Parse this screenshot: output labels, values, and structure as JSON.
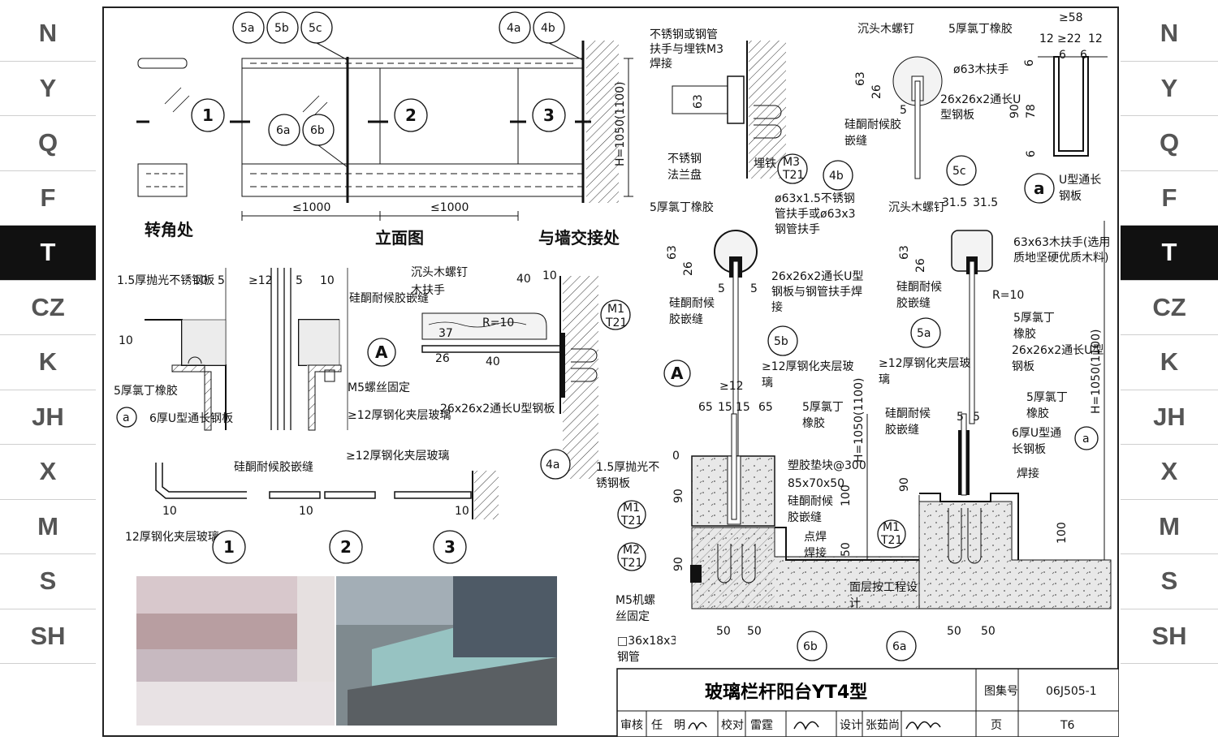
{
  "side_index": [
    "N",
    "Y",
    "Q",
    "F",
    "T",
    "CZ",
    "K",
    "JH",
    "X",
    "M",
    "S",
    "SH"
  ],
  "active_index": "T",
  "title_block": {
    "drawing_title": "玻璃栏杆阳台YT4型",
    "atlas_label": "图集号",
    "atlas_no": "06J505-1",
    "review_label": "审核",
    "reviewer": "任　明",
    "check_label": "校对",
    "checker": "雷霆",
    "design_label": "设计",
    "designer": "张茹尚",
    "page_label": "页",
    "page_no": "T6"
  },
  "elevation": {
    "corner_label": "转角处",
    "elev_label": "立面图",
    "wall_label": "与墙交接处",
    "span1": "≤1000",
    "span2": "≤1000",
    "height": "H=1050(1100)",
    "panel_refs": [
      "1",
      "2",
      "3"
    ],
    "detail_refs_top": [
      "5a",
      "5b",
      "5c",
      "4a",
      "4b"
    ],
    "detail_refs_bottom": [
      "6a",
      "6b"
    ]
  },
  "detail_A": {
    "plate": "1.5厚抛光不锈钢板",
    "dims": [
      "10",
      "5",
      "≥12",
      "5",
      "10",
      "10"
    ],
    "sealant": "硅酮耐候胶嵌缝",
    "rubber": "5厚氯丁橡胶",
    "u_channel": "6厚U型通长钢板",
    "screw": "M5螺丝固定",
    "glass": "≥12厚钢化夹层玻璃",
    "ref": "A",
    "sub_ref": "a"
  },
  "detail_4a": {
    "screw": "沉头木螺钉",
    "handrail": "木扶手",
    "radius": "R=10",
    "channel": "26x26x2通长U型钢板",
    "dims": [
      "40",
      "10",
      "37",
      "26",
      "40"
    ],
    "anchor_ref": "M1",
    "anchor_sub": "T21",
    "ref": "4a"
  },
  "plan_details": {
    "sealant": "硅酮耐候胶嵌缝",
    "glass": "≥12厚钢化夹层玻璃",
    "glass_12": "12厚钢化夹层玻璃",
    "dims": [
      "10",
      "10",
      "10"
    ],
    "refs": [
      "1",
      "2",
      "3"
    ]
  },
  "detail_4b": {
    "handrail": "不锈钢或钢管扶手与埋铁M3焊接",
    "flange": "不锈钢法兰盘",
    "embed": "埋铁",
    "dim": "63",
    "anchor_ref": "M3",
    "anchor_sub": "T21",
    "ref": "4b"
  },
  "detail_5c": {
    "screw": "沉头木螺钉",
    "rubber": "5厚氯丁橡胶",
    "handrail": "ø63木扶手",
    "channel": "26x26x2通长U型钢板",
    "sealant": "硅酮耐候胶嵌缝",
    "dims": [
      "63",
      "26",
      "5"
    ],
    "ref": "5c"
  },
  "detail_a": {
    "dims": [
      "≥58",
      "12",
      "≥22",
      "12",
      "6",
      "6",
      "6",
      "90",
      "78",
      "6"
    ],
    "label": "U型通长钢板",
    "ref": "a"
  },
  "detail_5b": {
    "rubber": "5厚氯丁橡胶",
    "pipe": "ø63x1.5不锈钢管扶手或ø63x3钢管扶手",
    "channel": "26x26x2通长U型钢板与钢管扶手焊接",
    "sealant": "硅酮耐候胶嵌缝",
    "glass": "≥12厚钢化夹层玻璃",
    "dims": [
      "63",
      "26",
      "5",
      "5"
    ],
    "ref": "5b"
  },
  "detail_5a": {
    "screw": "沉头木螺钉",
    "handrail": "63x63木扶手(选用质地坚硬优质木料)",
    "radius": "R=10",
    "rubber": "5厚氯丁橡胶",
    "channel": "26x26x2通长U型钢板",
    "sealant": "硅酮耐候胶嵌缝",
    "glass": "≥12厚钢化夹层玻璃",
    "dims": [
      "31.5",
      "31.5",
      "63",
      "26"
    ],
    "ref": "5a"
  },
  "detail_6b": {
    "ref_A": "A",
    "glass_dim": "≥12",
    "top_dims": [
      "65",
      "15",
      "15",
      "65"
    ],
    "rubber": "5厚氯丁橡胶",
    "pad": "塑胶垫块@300",
    "pad_size": "85x70x50",
    "sealant": "硅酮耐候胶嵌缝",
    "weld": "点焊",
    "weld2": "焊接",
    "plate": "1.5厚抛光不锈钢板",
    "anchor1": "M1",
    "anchor1_sub": "T21",
    "anchor2": "M2",
    "anchor2_sub": "T21",
    "bolt": "M5机螺丝固定",
    "tube": "□36x18x3钢管",
    "finish": "面层按工程设计",
    "height": "H=1050(1100)",
    "dims": [
      "0",
      "90",
      "100",
      "90",
      "50",
      "50",
      "50"
    ],
    "ref": "6b"
  },
  "detail_6a": {
    "sealant": "硅酮耐候胶嵌缝",
    "rubber": "5厚氯丁橡胶",
    "channel": "6厚U型通长钢板",
    "weld": "焊接",
    "anchor": "M1",
    "anchor_sub": "T21",
    "height": "H=1050(1100)",
    "dims": [
      "5",
      "5",
      "90",
      "100",
      "50",
      "50"
    ],
    "sub_ref": "a",
    "ref": "6a"
  }
}
